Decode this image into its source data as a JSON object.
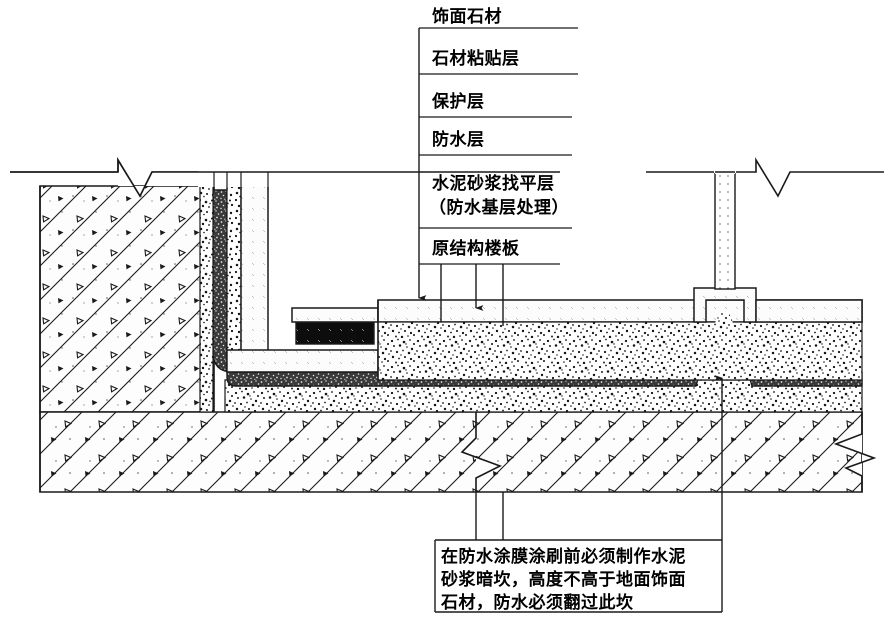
{
  "drawing": {
    "title_semantic": "waterproofing-construction-detail",
    "colors": {
      "line": "#1a1a1a",
      "concrete_fill": "#fdfdfd",
      "mortar_fill": "#f2f2f2",
      "waterproof_membrane": "#2b2b2b",
      "adhesive_black": "#111111",
      "paper": "#ffffff"
    }
  },
  "layer_labels": [
    {
      "id": "finish-stone",
      "text": "饰面石材"
    },
    {
      "id": "stone-bonding",
      "text": "石材粘贴层"
    },
    {
      "id": "protection-layer",
      "text": "保护层"
    },
    {
      "id": "waterproof-layer",
      "text": "防水层"
    },
    {
      "id": "mortar-leveling",
      "text": "水泥砂浆找平层"
    },
    {
      "id": "mortar-leveling-sub",
      "text": "（防水基层处理）"
    },
    {
      "id": "structural-slab",
      "text": "原结构楼板"
    }
  ],
  "note": {
    "id": "mortar-sill-note",
    "lines": [
      "在防水涂膜涂刷前必须制作水泥",
      "砂浆暗坎，高度不高于地面饰面",
      "石材，防水必须翻过此坎"
    ]
  },
  "symbols": {
    "break_line": "break-line-symbol",
    "leader_arrow": "leader-arrow-icon",
    "concrete_hatch": "concrete-hatch-pattern",
    "mortar_speckle": "mortar-speckle-pattern",
    "diagonal_hatch": "diagonal-hatch-pattern",
    "mesh_hatch": "mesh-hatch-pattern"
  }
}
